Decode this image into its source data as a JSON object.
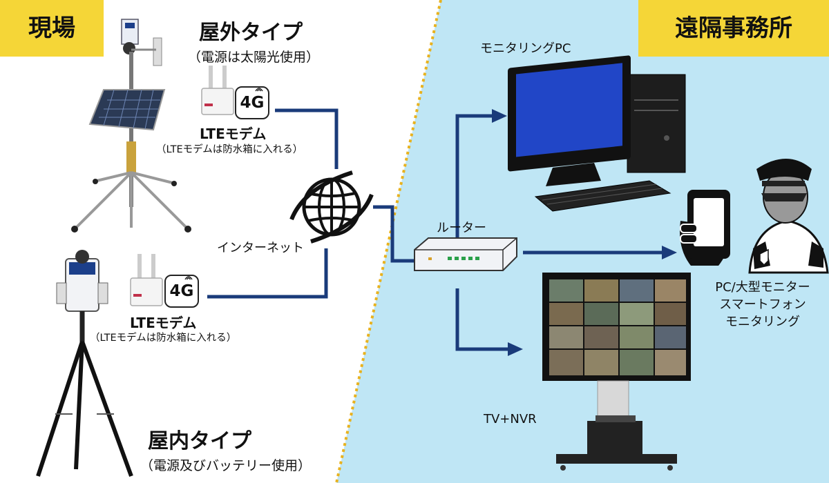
{
  "field_tag": "現場",
  "office_tag": "遠隔事務所",
  "outdoor": {
    "title": "屋外タイプ",
    "power_note": "（電源は太陽光使用）",
    "modem_label": "LTEモデム",
    "modem_note": "（LTEモデムは防水箱に入れる）",
    "badge": "4G"
  },
  "indoor": {
    "title": "屋内タイプ",
    "power_note": "（電源及びバッテリー使用）",
    "modem_label": "LTEモデム",
    "modem_note": "（LTEモデムは防水箱に入れる）",
    "badge": "4G"
  },
  "internet_label": "インターネット",
  "router_label": "ルーター",
  "pc_label": "モニタリングPC",
  "tv_label": "TV+NVR",
  "remote_label": {
    "line1": "PC/大型モニター",
    "line2": "スマートフォン",
    "line3": "モニタリング"
  },
  "colors": {
    "office_bg": "#bfe6f5",
    "tag_bg": "#f5d637",
    "line": "#1a3b7a",
    "divider": "#e8b21f"
  }
}
